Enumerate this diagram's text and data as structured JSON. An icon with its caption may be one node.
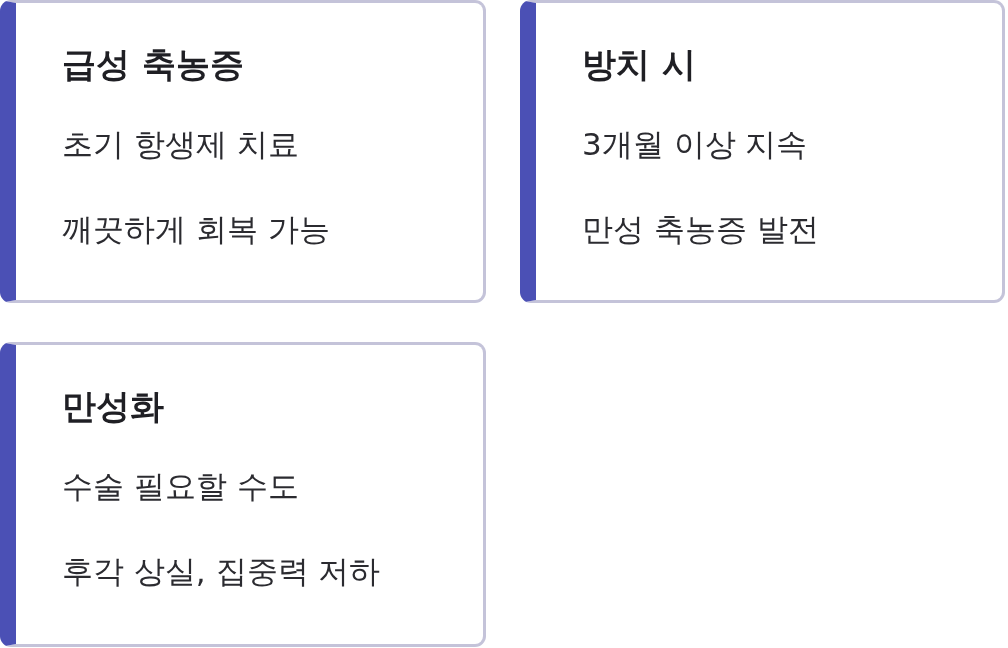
{
  "diagram": {
    "nodes": [
      {
        "text": [
          "급성 축농증",
          "초기 항생제 치료",
          "깨끗하게 회복 가능"
        ]
      },
      {
        "text": [
          "방치 시",
          "3개월 이상 지속",
          "만성 축농증 발전"
        ]
      },
      {
        "text": [
          "만성화",
          "수술 필요할 수도",
          "후각 상실, 집중력 저하"
        ]
      }
    ]
  }
}
